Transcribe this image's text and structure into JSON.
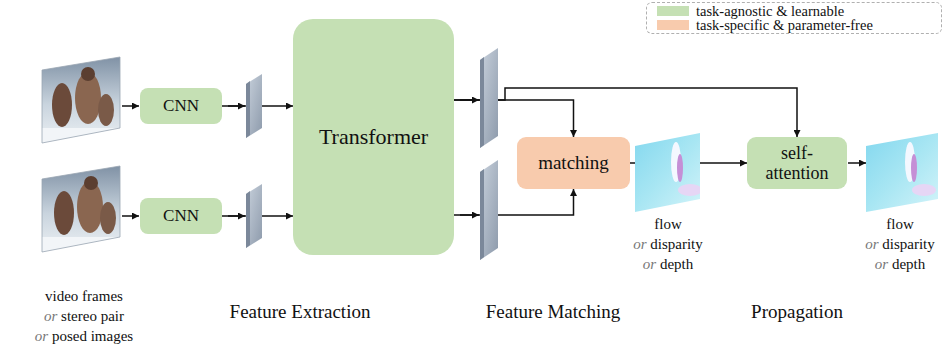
{
  "diagram": {
    "nodes": [
      {
        "text": [
          "CNN"
        ]
      },
      {
        "text": [
          "CNN"
        ]
      },
      {
        "text": [
          "Transformer"
        ]
      },
      {
        "text": [
          "matching"
        ]
      },
      {
        "text": [
          "self- attention"
        ]
      }
    ],
    "edges": [
      {
        "from": 0,
        "to": 2,
        "arrow": "to"
      },
      {
        "from": 1,
        "to": 2,
        "arrow": "to"
      },
      {
        "from": 2,
        "to": 3,
        "arrow": "to"
      },
      {
        "from": 2,
        "to": 3,
        "arrow": "to"
      },
      {
        "from": 2,
        "to": 4,
        "arrow": "to"
      },
      {
        "from": 3,
        "to": 4,
        "arrow": "to"
      }
    ],
    "labels": [
      "video frames",
      "or",
      "stereo pair",
      "or",
      "posed images",
      "flow",
      "or",
      "disparity",
      "or",
      "depth",
      "flow",
      "or",
      "disparity",
      "or",
      "depth",
      "Feature Extraction",
      "Feature Matching",
      "Propagation"
    ],
    "legend": [
      {
        "text": "task-agnostic & learnable",
        "color": "#c5e0b4"
      },
      {
        "text": "task-specific & parameter-free",
        "color": "#f8cbad"
      }
    ]
  }
}
